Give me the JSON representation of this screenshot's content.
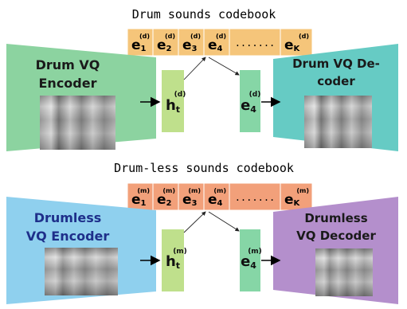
{
  "drum": {
    "codebook_title": "Drum sounds codebook",
    "codebook_cells": [
      {
        "base": "e",
        "sub": "1",
        "sup": "(d)"
      },
      {
        "base": "e",
        "sub": "2",
        "sup": "(d)"
      },
      {
        "base": "e",
        "sub": "3",
        "sup": "(d)"
      },
      {
        "base": "e",
        "sub": "4",
        "sup": "(d)"
      },
      {
        "base": "",
        "sub": "",
        "sup": "",
        "text": "......."
      },
      {
        "base": "e",
        "sub": "K",
        "sup": "(d)"
      }
    ],
    "encoder_label": [
      "Drum VQ",
      "Encoder"
    ],
    "decoder_label": [
      "Drum VQ De-",
      "coder"
    ],
    "latent": {
      "base": "h",
      "sub": "t",
      "sup": "(d)"
    },
    "quantized": {
      "base": "e",
      "sub": "4",
      "sup": "(d)"
    }
  },
  "drumless": {
    "codebook_title": "Drum-less sounds codebook",
    "codebook_cells": [
      {
        "base": "e",
        "sub": "1",
        "sup": "(m)"
      },
      {
        "base": "e",
        "sub": "2",
        "sup": "(m)"
      },
      {
        "base": "e",
        "sub": "3",
        "sup": "(m)"
      },
      {
        "base": "e",
        "sub": "4",
        "sup": "(m)"
      },
      {
        "base": "",
        "sub": "",
        "sup": "",
        "text": "......."
      },
      {
        "base": "e",
        "sub": "K",
        "sup": "(m)"
      }
    ],
    "encoder_label": [
      "Drumless",
      "VQ Encoder"
    ],
    "decoder_label": [
      "Drumless",
      "VQ Decoder"
    ],
    "latent": {
      "base": "h",
      "sub": "t",
      "sup": "(m)"
    },
    "quantized": {
      "base": "e",
      "sub": "4",
      "sup": "(m)"
    }
  },
  "colors": {
    "drum_codebook": "#f5c57a",
    "drumless_codebook": "#f2a07a",
    "drum_encoder": "#8cd3a0",
    "drum_decoder": "#66cbc4",
    "drumless_encoder": "#8fd0ee",
    "drumless_decoder": "#b48fcc",
    "latent_box": "#bfe08c",
    "quantized_box": "#86d6a6",
    "drumless_encoder_text": "#1e2f8a"
  }
}
